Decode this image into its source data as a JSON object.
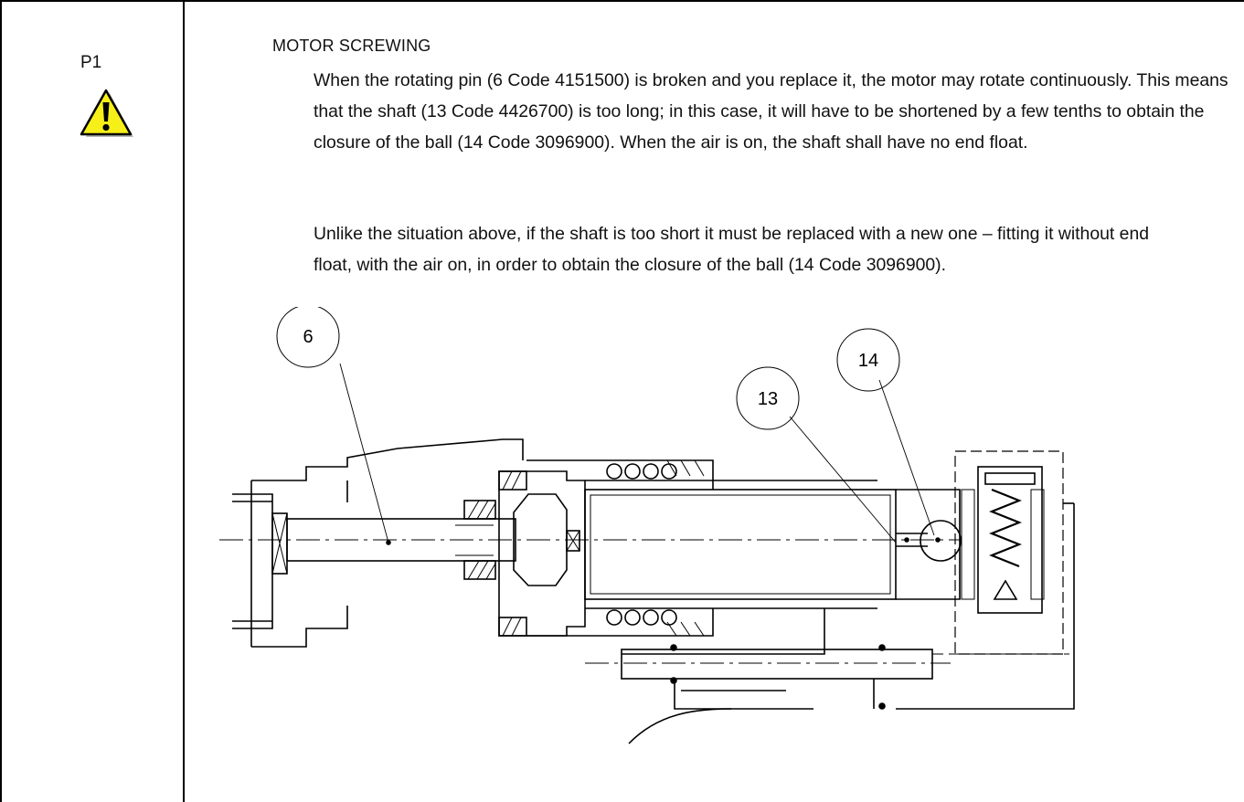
{
  "row": {
    "ref": "P1",
    "warning_icon": "warning-triangle-icon"
  },
  "section": {
    "heading": "MOTOR SCREWING",
    "paragraphs": [
      "When the rotating pin (6 Code 4151500) is broken and you replace it, the motor may rotate continuously. This means that the shaft (13 Code 4426700) is too long; in this case, it will have to be shortened by a few tenths to obtain the closure of the ball (14 Code 3096900). When the air is on, the shaft shall have no end float.",
      "Unlike the situation above, if the shaft is too short it must be replaced with a new one – fitting it without end float, with the air on, in order to obtain the closure of the ball (14 Code 3096900)."
    ]
  },
  "figure": {
    "callouts": [
      {
        "label": "6"
      },
      {
        "label": "13"
      },
      {
        "label": "14"
      }
    ]
  }
}
